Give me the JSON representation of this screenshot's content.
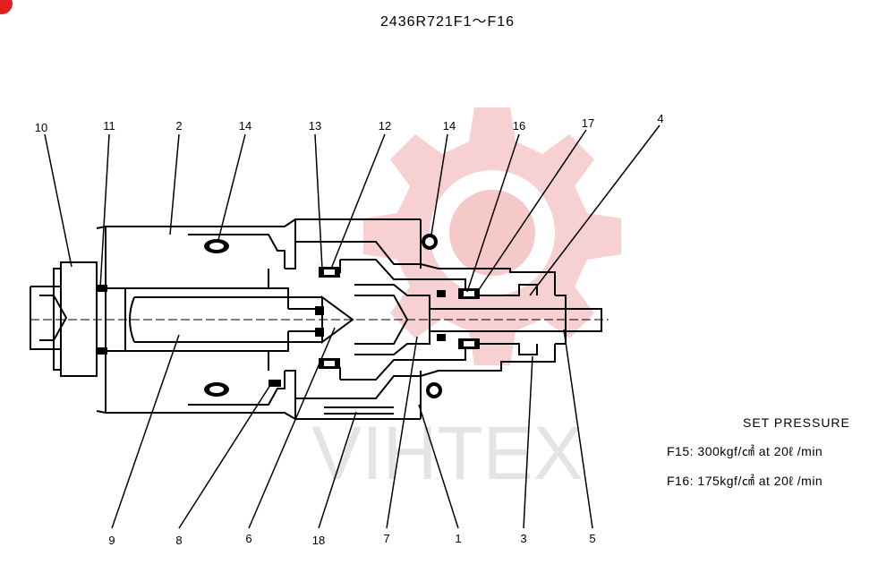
{
  "title": "2436R721F1～F16",
  "watermark": {
    "text": "VIHTEX",
    "color": "#f4bcbc"
  },
  "parts": [
    {
      "id": "10",
      "label": "10"
    },
    {
      "id": "11",
      "label": "11"
    },
    {
      "id": "2",
      "label": "2"
    },
    {
      "id": "14a",
      "label": "14"
    },
    {
      "id": "13",
      "label": "13"
    },
    {
      "id": "12",
      "label": "12"
    },
    {
      "id": "14b",
      "label": "14"
    },
    {
      "id": "16",
      "label": "16"
    },
    {
      "id": "17",
      "label": "17"
    },
    {
      "id": "4",
      "label": "4"
    },
    {
      "id": "9",
      "label": "9"
    },
    {
      "id": "8",
      "label": "8"
    },
    {
      "id": "6",
      "label": "6"
    },
    {
      "id": "18",
      "label": "18"
    },
    {
      "id": "7",
      "label": "7"
    },
    {
      "id": "1",
      "label": "1"
    },
    {
      "id": "3",
      "label": "3"
    },
    {
      "id": "5",
      "label": "5"
    }
  ],
  "set_pressure": {
    "title": "SET PRESSURE",
    "f15": "F15: 300kgf/㎠  at  20ℓ /min",
    "f16": "F16: 175kgf/㎠  at  20ℓ /min"
  }
}
